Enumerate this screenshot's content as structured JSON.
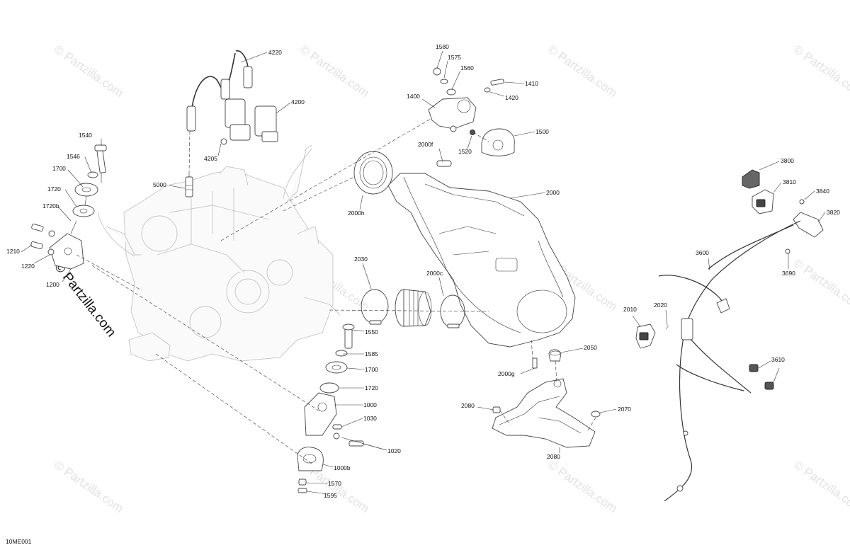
{
  "drawing_code": "10ME001",
  "watermark_text": "© Partzilla.com",
  "callouts": [
    "4220",
    "4200",
    "4205",
    "5000",
    "1540",
    "1546",
    "1700",
    "1720",
    "1720b",
    "1210",
    "1220",
    "1200",
    "1580",
    "1575",
    "1560",
    "1410",
    "1420",
    "1400",
    "1500",
    "1520",
    "2000f",
    "2000h",
    "2000",
    "2030",
    "2000c",
    "1550",
    "1585",
    "1700",
    "1720",
    "1000",
    "1030",
    "1020",
    "1000b",
    "1570",
    "1595",
    "2050",
    "2000g",
    "2080",
    "2070",
    "2080",
    "3800",
    "3810",
    "3840",
    "3820",
    "3600",
    "3690",
    "2010",
    "2020",
    "3610"
  ]
}
